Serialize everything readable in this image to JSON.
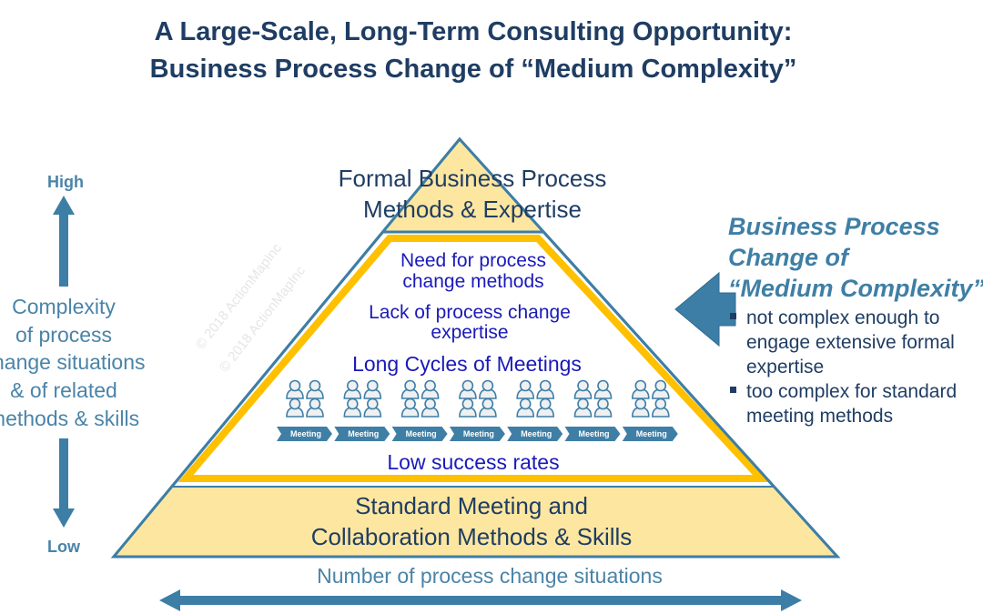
{
  "title": {
    "line1": "A Large-Scale, Long-Term Consulting Opportunity:",
    "line2": "Business Process Change of “Medium Complexity”"
  },
  "pyramid": {
    "top_line1": "Formal Business Process",
    "top_line2": "Methods & Expertise",
    "middle": {
      "item1_line1": "Need for process",
      "item1_line2": "change methods",
      "item2_line1": "Lack of process change",
      "item2_line2": "expertise",
      "item3": "Long Cycles of Meetings",
      "item4": "Low success rates",
      "meetings": [
        "Meeting",
        "Meeting",
        "Meeting",
        "Meeting",
        "Meeting",
        "Meeting",
        "Meeting"
      ]
    },
    "bottom_line1": "Standard Meeting and",
    "bottom_line2": "Collaboration Methods & Skills"
  },
  "watermark": {
    "line1": "© 2018 ActionMapInc",
    "line2": "© 2018 ActionMapInc"
  },
  "y_axis": {
    "high": "High",
    "low": "Low",
    "label_lines": [
      "Complexity",
      "of process",
      "change situations",
      "& of related",
      "methods & skills"
    ]
  },
  "x_axis": {
    "label": "Number of process change situations"
  },
  "callout": {
    "heading_lines": [
      "Business Process",
      "Change of",
      "“Medium Complexity”"
    ],
    "bullets": [
      {
        "lines": [
          "not complex enough to",
          "engage extensive formal",
          "expertise"
        ]
      },
      {
        "lines": [
          "too complex for standard",
          "meeting methods"
        ]
      }
    ]
  },
  "colors": {
    "navy": "#1f3d63",
    "blue_text": "#1a1ab8",
    "steel": "#3d7ea6",
    "gold": "#ffc000",
    "cream": "#fde7a0"
  }
}
